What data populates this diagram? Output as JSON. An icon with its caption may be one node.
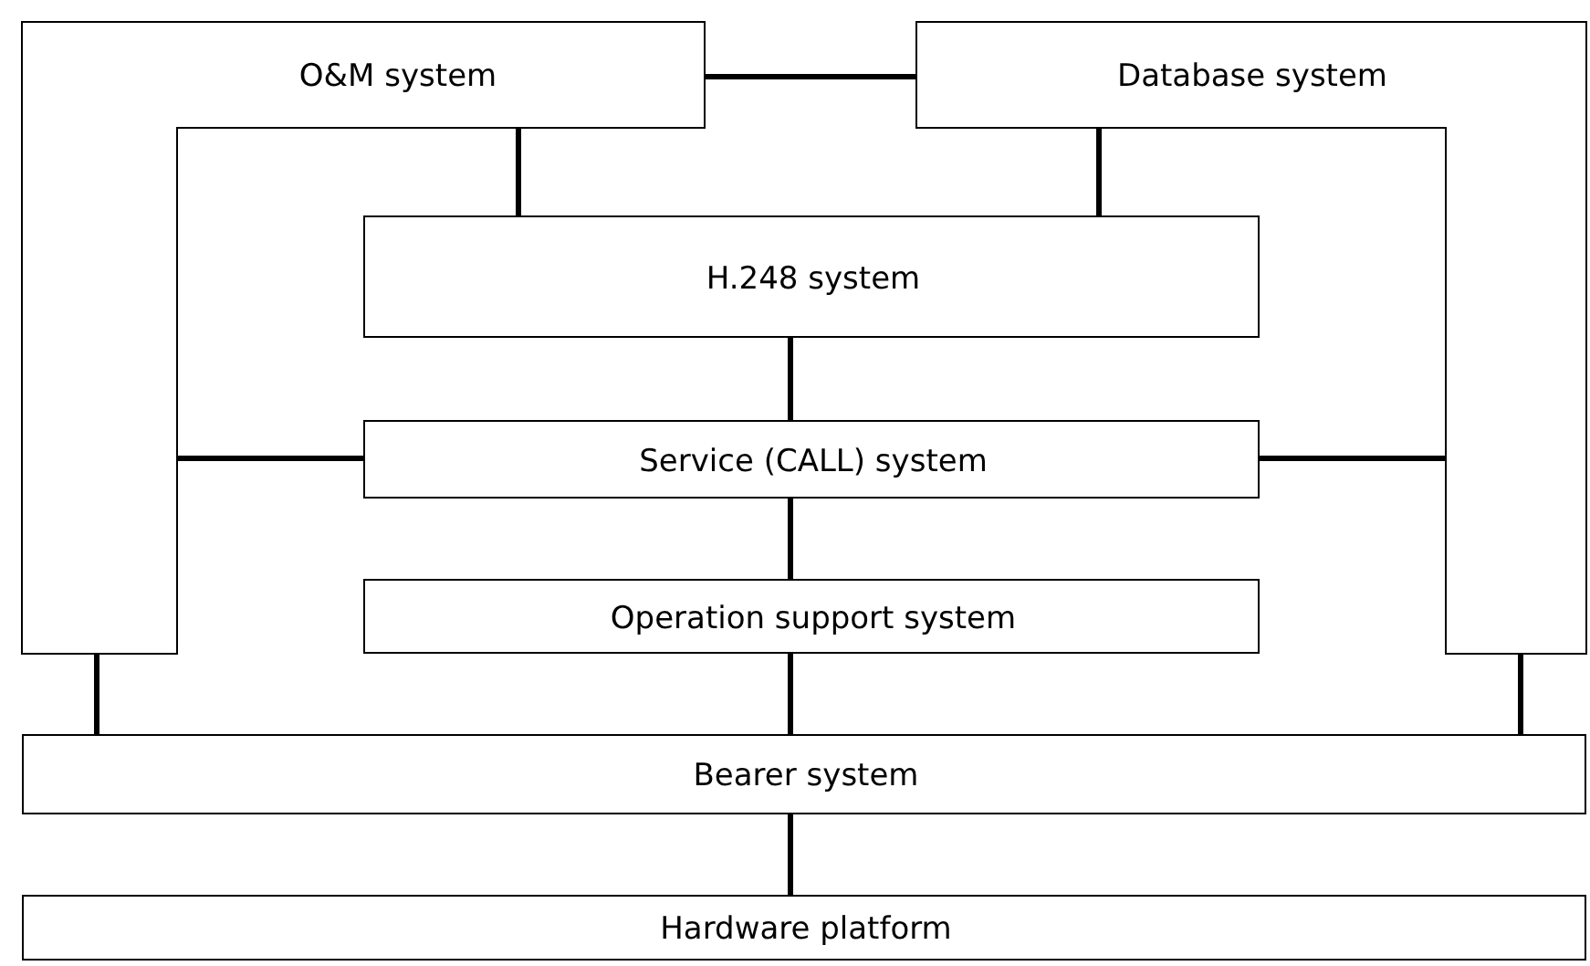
{
  "diagram": {
    "nodes": [
      {
        "text": [
          "O&M system"
        ]
      },
      {
        "text": [
          "Database system"
        ]
      },
      {
        "text": [
          "H.248 system"
        ]
      },
      {
        "text": [
          "Service (CALL) system"
        ]
      },
      {
        "text": [
          "Operation support system"
        ]
      },
      {
        "text": [
          "Bearer system"
        ]
      },
      {
        "text": [
          "Hardware platform"
        ]
      }
    ],
    "edges": [
      {
        "from": 0,
        "to": 1,
        "arrow": "none"
      },
      {
        "from": 0,
        "to": 2,
        "arrow": "none"
      },
      {
        "from": 1,
        "to": 2,
        "arrow": "none"
      },
      {
        "from": 2,
        "to": 3,
        "arrow": "none"
      },
      {
        "from": 0,
        "to": 3,
        "arrow": "none"
      },
      {
        "from": 3,
        "to": 1,
        "arrow": "none"
      },
      {
        "from": 3,
        "to": 4,
        "arrow": "none"
      },
      {
        "from": 0,
        "to": 5,
        "arrow": "none"
      },
      {
        "from": 4,
        "to": 5,
        "arrow": "none"
      },
      {
        "from": 1,
        "to": 5,
        "arrow": "none"
      },
      {
        "from": 5,
        "to": 6,
        "arrow": "none"
      }
    ]
  }
}
